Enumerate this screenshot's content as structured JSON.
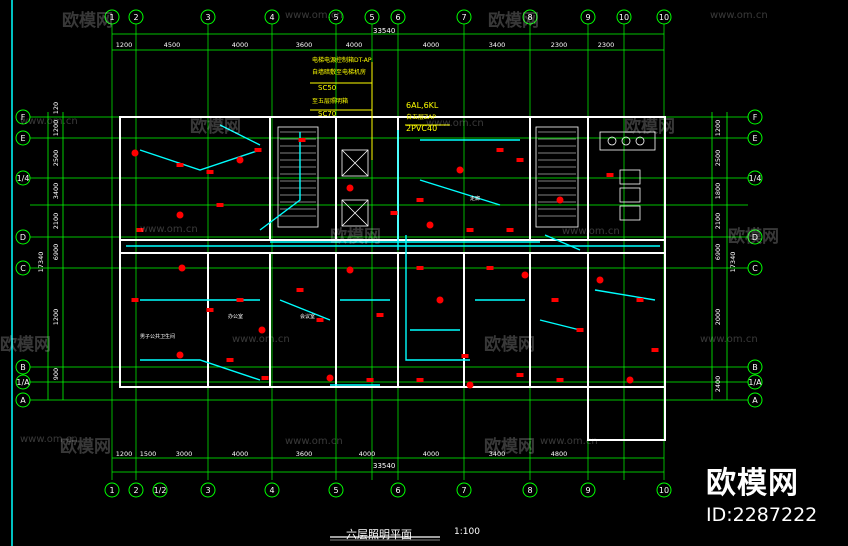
{
  "drawing": {
    "title": "六层照明平面",
    "scale": "1:100",
    "total_dim_top": "33540",
    "total_dim_bottom": "33540",
    "col_axes_top": [
      "1",
      "2",
      "3",
      "4",
      "5",
      "5",
      "6",
      "7",
      "8",
      "9",
      "10"
    ],
    "col_axes_bottom": [
      "1",
      "2",
      "1/2",
      "3",
      "4",
      "5",
      "6",
      "7",
      "8",
      "9",
      "10"
    ],
    "row_axes": [
      "F",
      "E",
      "1/4",
      "D",
      "C",
      "B",
      "1/A",
      "A"
    ],
    "top_dims": [
      "1200",
      "4500",
      "4000",
      "3600",
      "4000",
      "4000",
      "3400",
      "2300",
      "2300"
    ],
    "bottom_dims": [
      "1200",
      "1500",
      "3000",
      "4000",
      "3600",
      "4000",
      "4000",
      "3400",
      "4800"
    ],
    "left_dims": [
      "120",
      "1200",
      "2500",
      "3400",
      "2100",
      "6900",
      "1200",
      "900"
    ],
    "left_total": "17340",
    "right_dims": [
      "1200",
      "2500",
      "1800",
      "2100",
      "6900",
      "2000",
      "2400"
    ],
    "right_total": "17340",
    "annot_yellow_1": "电梯电源控制箱DT-AP",
    "annot_yellow_2": "自墙暗敷至电梯机房",
    "annot_yellow_3": "SC50",
    "annot_yellow_4": "至五层照明箱",
    "annot_yellow_5": "SC70",
    "panel_1": "6AL,6KL",
    "panel_2": "自五层ZAP",
    "panel_3": "2PVC40",
    "room_label_1": "男子公共卫生间",
    "room_label_2": "办公室",
    "room_label_3": "会议室",
    "room_label_4": "走廊"
  },
  "watermarks": {
    "logo": "欧模网",
    "url": "www.om.cn"
  },
  "brand": {
    "logo": "欧模网",
    "id": "ID:2287222"
  },
  "colors": {
    "background": "#000000",
    "wall": "#ffffff",
    "axis": "#00ff00",
    "wiring": "#00ffff",
    "fixture": "#ff0000",
    "annotation": "#ffff00"
  }
}
